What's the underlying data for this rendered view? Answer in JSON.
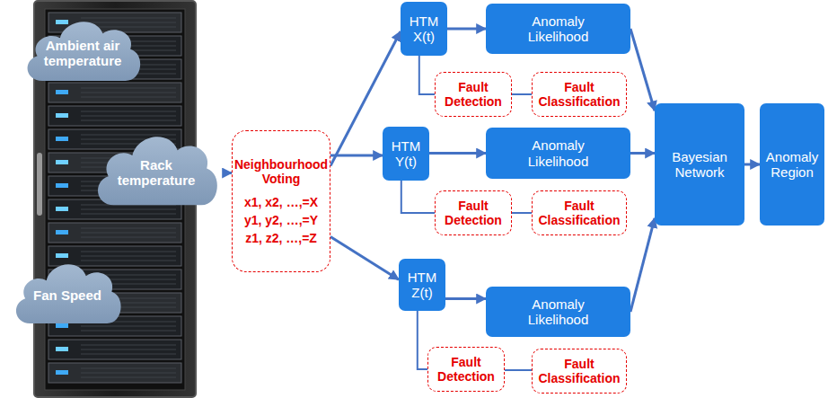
{
  "diagram": {
    "nodes": [
      {
        "text": [
          "Ambient air temperature"
        ]
      },
      {
        "text": [
          "Rack temperature"
        ]
      },
      {
        "text": [
          "Fan Speed"
        ]
      },
      {
        "text": [
          "Neighbourhood Voting",
          "x1, x2, …,=X",
          "y1, y2, …,=Y",
          "z1, z2, …,=Z"
        ]
      },
      {
        "text": [
          "HTM X(t)"
        ]
      },
      {
        "text": [
          "Anomaly Likelihood"
        ]
      },
      {
        "text": [
          "Fault Detection"
        ]
      },
      {
        "text": [
          "Fault Classification"
        ]
      },
      {
        "text": [
          "HTM Y(t)"
        ]
      },
      {
        "text": [
          "Anomaly Likelihood"
        ]
      },
      {
        "text": [
          "Fault Detection"
        ]
      },
      {
        "text": [
          "Fault Classification"
        ]
      },
      {
        "text": [
          "Bayesian Network"
        ]
      },
      {
        "text": [
          "Anomaly Region"
        ]
      },
      {
        "text": [
          "HTM Z(t)"
        ]
      },
      {
        "text": [
          "Anomaly Likelihood"
        ]
      },
      {
        "text": [
          "Fault Detection"
        ]
      },
      {
        "text": [
          "Fault Classification"
        ]
      }
    ],
    "edges": [
      {
        "from": 1,
        "to": 3,
        "arrow": "to"
      },
      {
        "from": 3,
        "to": 4,
        "arrow": "to"
      },
      {
        "from": 3,
        "to": 8,
        "arrow": "to"
      },
      {
        "from": 3,
        "to": 14,
        "arrow": "to"
      },
      {
        "from": 4,
        "to": 5,
        "arrow": "to"
      },
      {
        "from": 4,
        "to": 6,
        "arrow": "none"
      },
      {
        "from": 6,
        "to": 7,
        "arrow": "none"
      },
      {
        "from": 8,
        "to": 9,
        "arrow": "to"
      },
      {
        "from": 8,
        "to": 10,
        "arrow": "none"
      },
      {
        "from": 10,
        "to": 11,
        "arrow": "none"
      },
      {
        "from": 14,
        "to": 15,
        "arrow": "to"
      },
      {
        "from": 14,
        "to": 16,
        "arrow": "none"
      },
      {
        "from": 16,
        "to": 17,
        "arrow": "none"
      },
      {
        "from": 5,
        "to": 12,
        "arrow": "to"
      },
      {
        "from": 9,
        "to": 12,
        "arrow": "to"
      },
      {
        "from": 15,
        "to": 12,
        "arrow": "to"
      },
      {
        "from": 12,
        "to": 13,
        "arrow": "to"
      }
    ]
  }
}
